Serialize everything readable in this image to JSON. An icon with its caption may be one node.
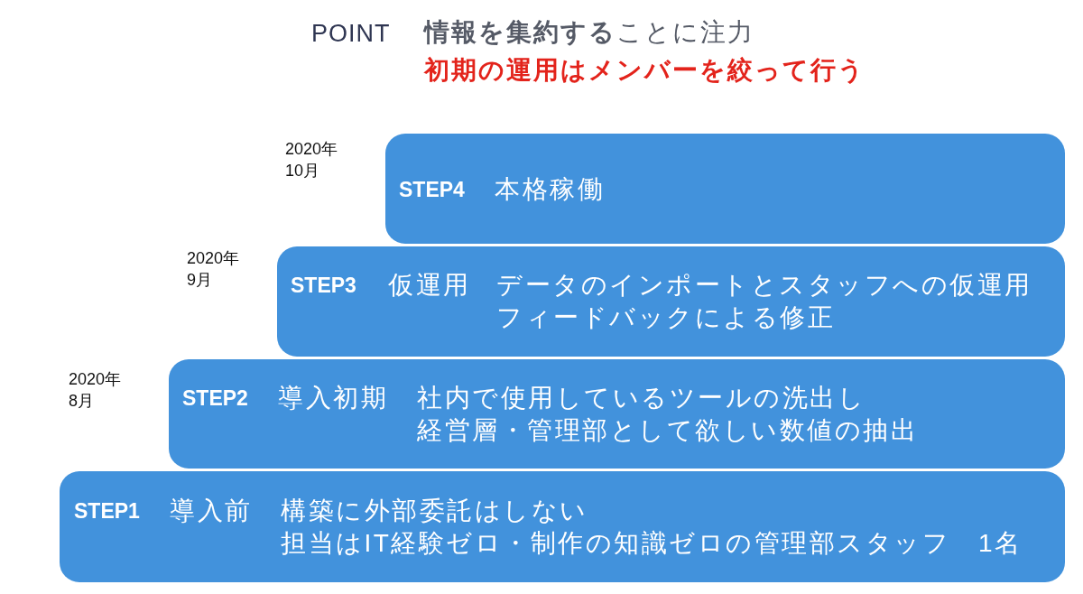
{
  "diagram": {
    "title": "POINT",
    "nodes": [
      {
        "text": [
          "STEP4",
          "本格稼働"
        ],
        "beside": [
          "2020年10月"
        ]
      },
      {
        "text": [
          "STEP3",
          "仮運用",
          "データのインポートとスタッフへの仮運用",
          "フィードバックによる修正"
        ],
        "beside": [
          "2020年9月"
        ]
      },
      {
        "text": [
          "STEP2",
          "導入初期",
          "社内で使用しているツールの洗出し",
          "経営層・管理部として欲しい数値の抽出"
        ],
        "beside": [
          "2020年8月"
        ]
      },
      {
        "text": [
          "STEP1",
          "導入前",
          "構築に外部委託はしない",
          "担当はIT経験ゼロ・制作の知識ゼロの管理部スタッフ　1名"
        ]
      }
    ],
    "labels": [
      "**情報を集約する**ことに注力",
      "初期の運用はメンバーを絞って行う"
    ]
  }
}
